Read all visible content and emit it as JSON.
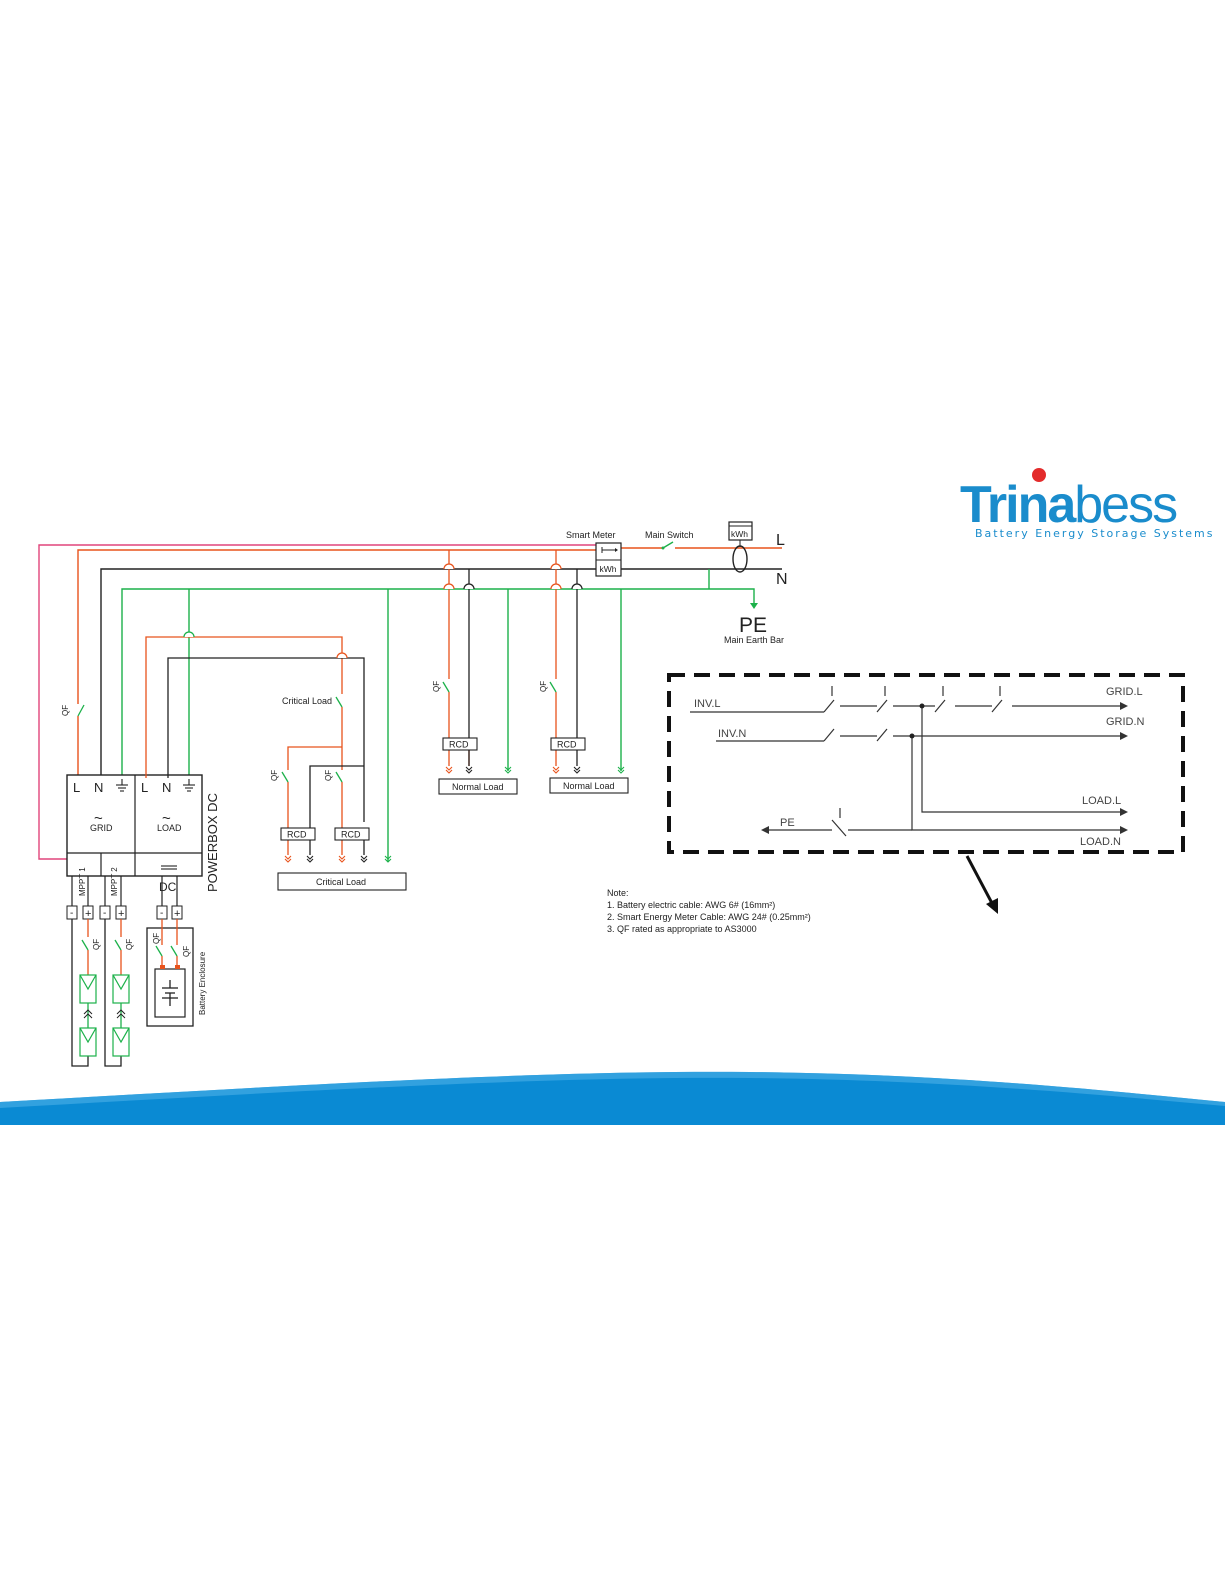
{
  "logo": {
    "brand_strong": "Trina",
    "brand_light": "bess",
    "tagline": "Battery Energy Storage Systems"
  },
  "colors": {
    "live": "#e8531c",
    "neutral": "#222222",
    "earth": "#1cb14a",
    "pv_loop": "#e0457b",
    "brand_red": "#e32b2b",
    "brand_blue": "#1a8ccc",
    "wave": "#0a8ad3"
  },
  "grid": {
    "smart_meter": "Smart Meter",
    "main_switch": "Main Switch",
    "kwh": "kWh",
    "line_l": "L",
    "line_n": "N",
    "pe": "PE",
    "main_earth_bar": "Main Earth Bar"
  },
  "inverter": {
    "name": "POWERBOX DC",
    "grid_terminals": [
      "L",
      "N"
    ],
    "load_terminals": [
      "L",
      "N"
    ],
    "grid_label": "GRID",
    "load_label": "LOAD",
    "dc_label": "DC",
    "mppt1": "MPPT 1",
    "mppt2": "MPPT 2",
    "minus": "-",
    "plus": "+"
  },
  "labels": {
    "qf": "QF",
    "rcd": "RCD",
    "critical_load": "Critical Load",
    "normal_load": "Normal Load",
    "battery_enclosure": "Battery Enclosure"
  },
  "detail": {
    "inv_l": "INV.L",
    "inv_n": "INV.N",
    "grid_l": "GRID.L",
    "grid_n": "GRID.N",
    "load_l": "LOAD.L",
    "load_n": "LOAD.N",
    "pe": "PE"
  },
  "notes": {
    "heading": "Note:",
    "line1": "1. Battery electric cable: AWG 6# (16mm²)",
    "line2": "2. Smart Energy Meter Cable: AWG 24# (0.25mm²)",
    "line3": "3. QF rated as appropriate to AS3000"
  }
}
